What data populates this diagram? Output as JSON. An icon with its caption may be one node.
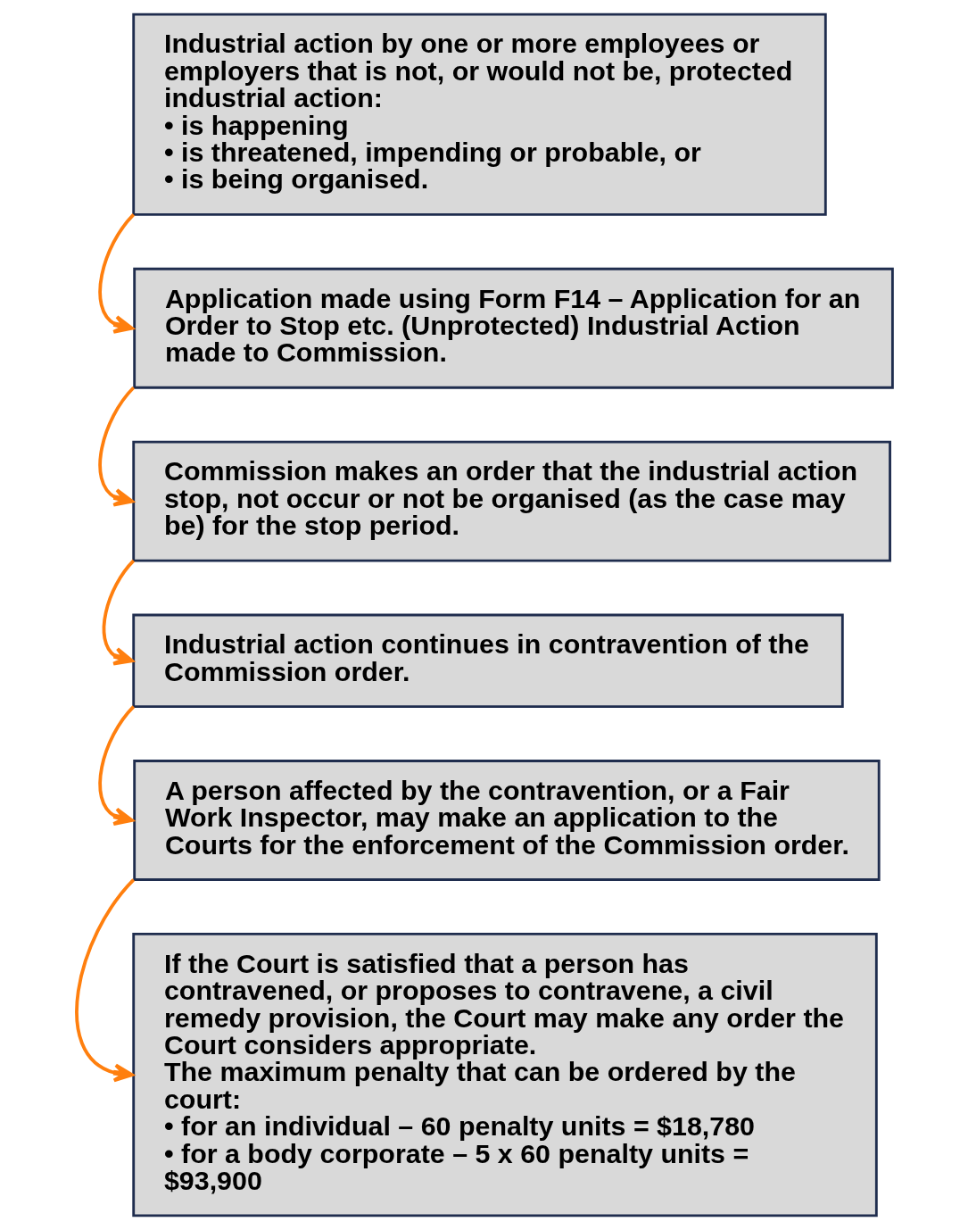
{
  "diagram": {
    "nodes": [
      {
        "text": [
          "Industrial action by one or more employees or employers that is not, or would not be, protected industrial action:",
          "• is happening",
          "• is threatened, impending or probable, or",
          "• is being organised."
        ]
      },
      {
        "text": [
          "Application made using Form F14 – Application for an Order to Stop etc. (Unprotected) Industrial Action made to Commission."
        ]
      },
      {
        "text": [
          "Commission makes an order that the industrial action stop, not occur or not be organised (as the case may be) for the stop period."
        ]
      },
      {
        "text": [
          "Industrial action continues in contravention of the Commission order."
        ]
      },
      {
        "text": [
          "A person affected by the contravention, or a Fair Work Inspector, may make an application to the Courts for the enforcement of the Commission order."
        ]
      },
      {
        "text": [
          "If the Court is satisfied that a person has contravened, or proposes to contravene, a civil remedy provision, the Court may make any order the Court considers appropriate.",
          "The maximum penalty that can be ordered by the court:",
          "• for an individual – 60 penalty units = $18,780",
          "• for a body corporate – 5 x 60 penalty units = $93,900"
        ]
      }
    ],
    "edges": [
      {
        "from": 0,
        "to": 1,
        "arrow": "to"
      },
      {
        "from": 1,
        "to": 2,
        "arrow": "to"
      },
      {
        "from": 2,
        "to": 3,
        "arrow": "to"
      },
      {
        "from": 3,
        "to": 4,
        "arrow": "to"
      },
      {
        "from": 4,
        "to": 5,
        "arrow": "to"
      }
    ]
  }
}
